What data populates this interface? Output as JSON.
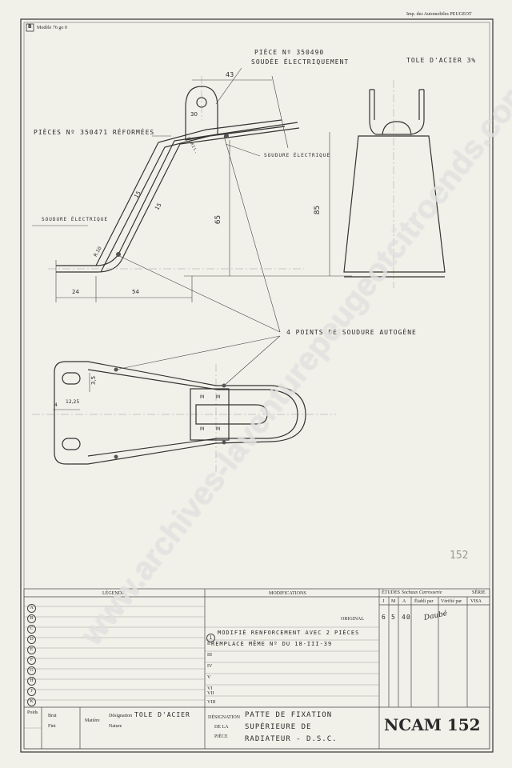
{
  "header": {
    "sheet_badge": "B",
    "model_ref": "Modèle 76 go 0",
    "printer": "Imp. des Automobiles PEUGEOT"
  },
  "annotations": {
    "piece_no": "PIÈCE Nº 350490",
    "soudee": "SOUDÉE ÉLECTRIQUEMENT",
    "tole_acier": "TOLE D'ACIER 3%",
    "pieces_reformees": "PIÈCES Nº 350471 RÉFORMÉES",
    "soudure_electrique_1": "SOUDURE ÉLECTRIQUE",
    "soudure_electrique_2": "SOUDURE ÉLECTRIQUE",
    "points_soudure": "4 POINTS DE SOUDURE AUTOGÈNE",
    "small_label": "SIMIL.",
    "pencil_number": "152"
  },
  "dimensions": {
    "d43": "43",
    "d30": "30",
    "d15a": "15",
    "d15b": "15",
    "d65": "65",
    "d85": "85",
    "r10": "R.10",
    "d24": "24",
    "d54": "54",
    "d35": "3,5",
    "d4": "4",
    "d1225": "12,25"
  },
  "marks": {
    "m1": "M",
    "m2": "M",
    "m3": "M",
    "m4": "M"
  },
  "title_block": {
    "legende_header": "LÉGENDE",
    "legend_letters": [
      "A",
      "B",
      "C",
      "D",
      "E",
      "F",
      "G",
      "H",
      "J",
      "K"
    ],
    "modifications_header": "MODIFICATIONS",
    "original_label": "ORIGINAL",
    "modif_number": "1",
    "modif_text_1": "MODIFIÉ RENFORCEMENT AVEC 2 PIÈCES",
    "modif_text_2": "REMPLACE MÊME Nº DU 18-III-39",
    "roman": [
      "II",
      "III",
      "IV",
      "V",
      "VI",
      "VII",
      "VIII"
    ],
    "etudes_label": "ÉTUDES",
    "etudes_value": "Sochaux Carrosserie",
    "serie_label": "SÉRIE",
    "col_j": "J",
    "col_m": "M",
    "col_a": "A",
    "col_etabli": "Établi par",
    "col_verifie": "Vérifié par",
    "col_visa": "VISA",
    "date_j": "6",
    "date_m": "5",
    "date_a": "40",
    "signature": "Daubé",
    "poids_label": "Poids",
    "brut_label": "Brut",
    "fini_label": "Fini",
    "matiere_label": "Matière",
    "designation_label": "Désignation",
    "nature_label": "Nature",
    "designation_value": "TOLE D'ACIER",
    "designation_piece_label_1": "DÉSIGNATION",
    "designation_piece_label_2": "DE LA",
    "designation_piece_label_3": "PIÈCE",
    "piece_name_1": "PATTE DE FIXATION",
    "piece_name_2": "SUPÉRIEURE DE",
    "piece_name_3": "RADIATEUR - D.S.C.",
    "drawing_number": "NCAM 152"
  },
  "watermark": "www.archives-laventurepeugeotcitroends.com"
}
